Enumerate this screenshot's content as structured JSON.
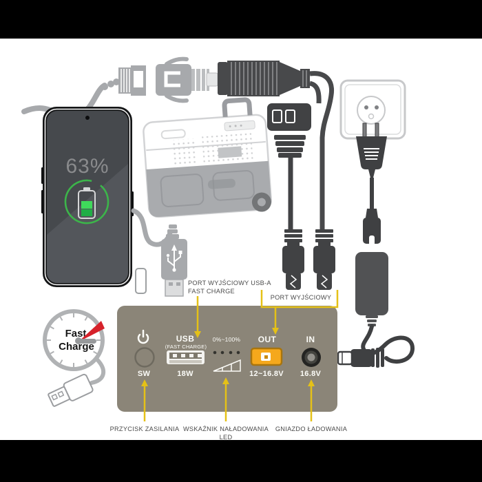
{
  "colors": {
    "background": "#ffffff",
    "letterbox": "#000000",
    "panel_body": "#8b8578",
    "annotation_yellow": "#e5c117",
    "out_port_amber": "#f5a81c",
    "battery_green": "#3cb54a",
    "needle_red": "#d6222b",
    "dark_connector": "#414244",
    "light_connector": "#a7a9ac",
    "label_text": "#4a4a4a",
    "panel_text": "#fcfcf8"
  },
  "phone": {
    "battery_percent": "63%"
  },
  "fast_charge_gauge": {
    "line1": "Fast",
    "line2": "Charge"
  },
  "panel": {
    "power_button": {
      "label": "SW"
    },
    "usb_port": {
      "title": "USB",
      "subtitle": "(FAST CHARGE)",
      "wattage": "18W"
    },
    "led_indicator": {
      "range_label": "0%~100%"
    },
    "out_port": {
      "title": "OUT",
      "voltage": "12~16.8V"
    },
    "in_port": {
      "title": "IN",
      "voltage": "16.8V"
    }
  },
  "annotations": {
    "usb_port_label_line1": "PORT WYJŚCIOWY USB-A",
    "usb_port_label_line2": "FAST CHARGE",
    "out_port_label": "PORT WYJŚCIOWY",
    "power_button_label": "PRZYCISK ZASILANIA",
    "led_label_line1": "WSKAŹNIK NAŁADOWANIA",
    "led_label_line2": "LED",
    "charging_socket_label": "GNIAZDO ŁADOWANIA"
  }
}
